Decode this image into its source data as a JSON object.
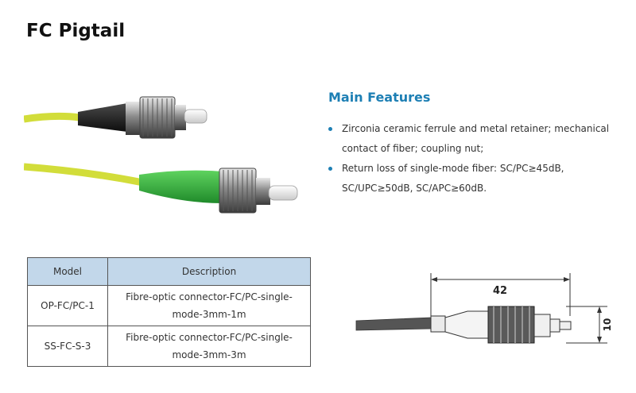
{
  "page": {
    "title": "FC Pigtail"
  },
  "features": {
    "title": "Main Features",
    "items": [
      "Zirconia ceramic ferrule and metal retainer; mechanical contact of fiber; coupling nut;",
      "Return loss of single-mode fiber: SC/PC≥45dB, SC/UPC≥50dB, SC/APC≥60dB."
    ]
  },
  "table": {
    "headers": [
      "Model",
      "Description"
    ],
    "rows": [
      {
        "model": "OP-FC/PC-1",
        "description": "Fibre-optic connector-FC/PC-single-mode-3mm-1m"
      },
      {
        "model": "SS-FC-S-3",
        "description": "Fibre-optic connector-FC/PC-single-mode-3mm-3m"
      }
    ]
  },
  "drawing": {
    "length_label": "42",
    "height_label": "10"
  },
  "colors": {
    "accent": "#1d7fb4",
    "table_header": "#c2d7ea",
    "fiber_yellow": "#d6e23a",
    "boot_black": "#1c1c1c",
    "boot_green": "#3aa93a"
  }
}
